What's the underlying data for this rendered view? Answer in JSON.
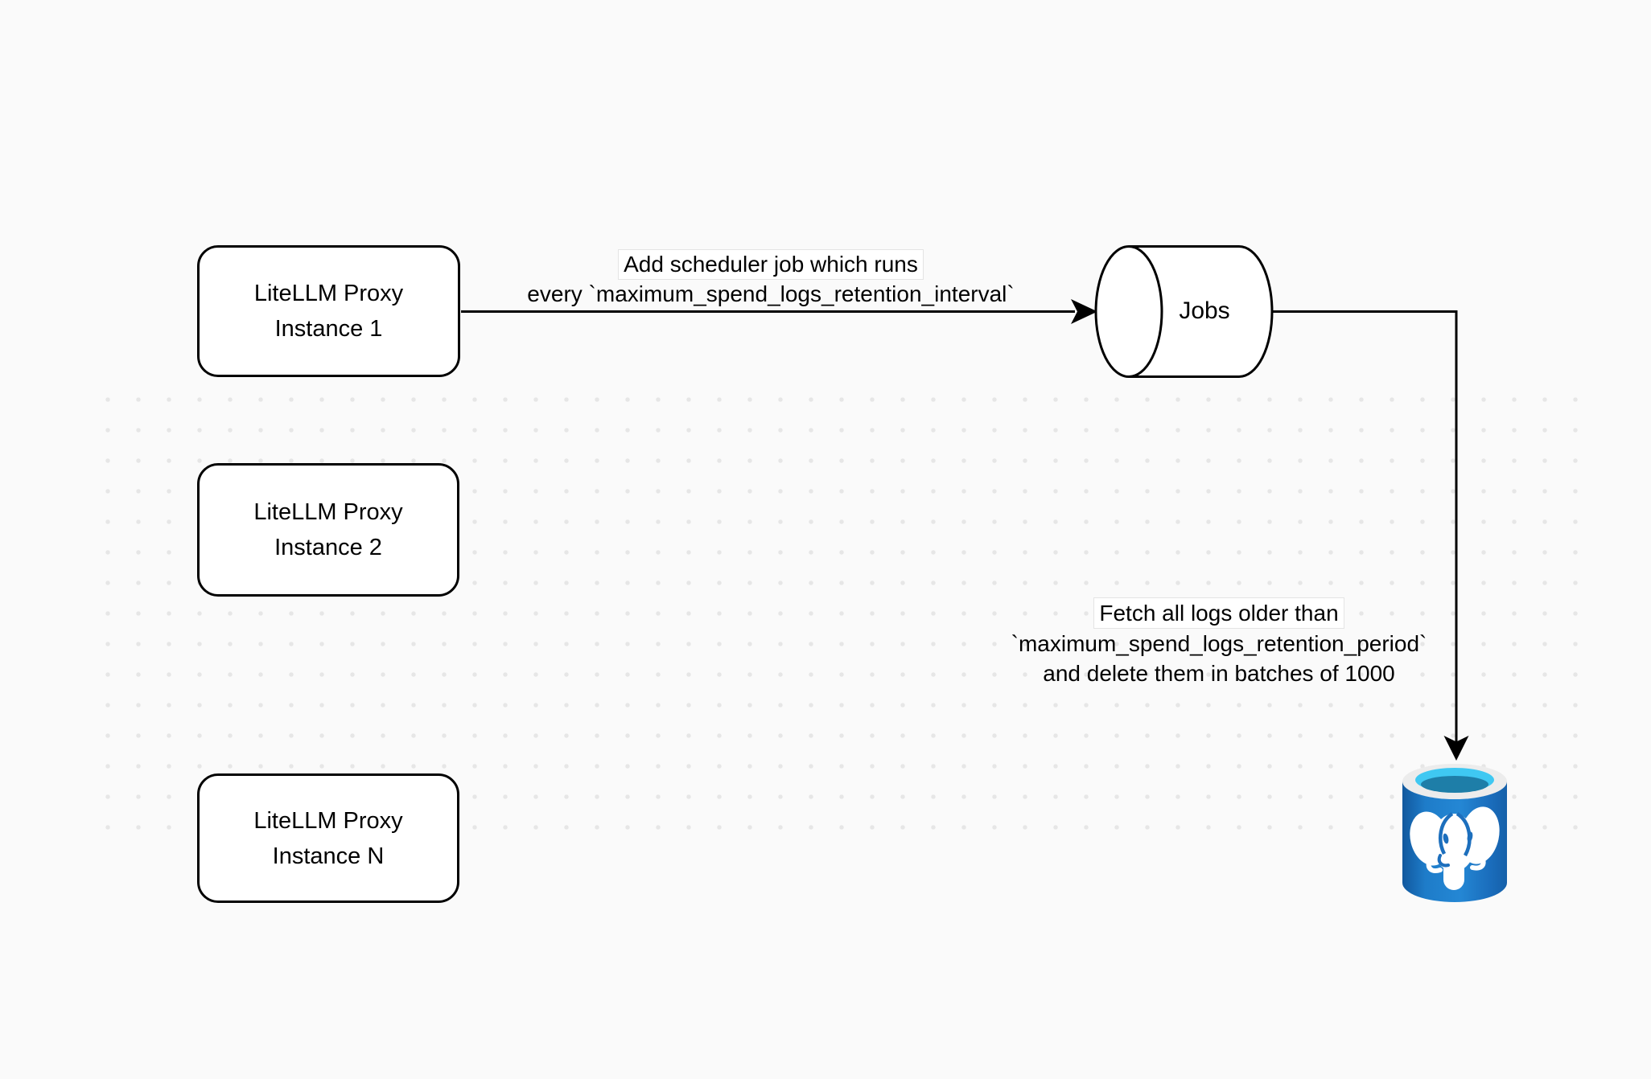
{
  "canvas": {
    "bg_color": "#fafafa",
    "dot_color": "#e6e6e6",
    "stroke_color": "#000000",
    "node_fill": "#ffffff"
  },
  "nodes": {
    "instance1": {
      "line1": "LiteLLM Proxy",
      "line2": "Instance 1"
    },
    "instance2": {
      "line1": "LiteLLM Proxy",
      "line2": "Instance 2"
    },
    "instanceN": {
      "line1": "LiteLLM Proxy",
      "line2": "Instance N"
    },
    "jobs": {
      "label": "Jobs"
    },
    "postgres": {
      "icon": "postgresql-database"
    }
  },
  "edges": {
    "scheduler_label": {
      "line1": "Add scheduler job which runs",
      "line2": "every `maximum_spend_logs_retention_interval`"
    },
    "fetch_label": {
      "line1": "Fetch all logs older than",
      "line2": "`maximum_spend_logs_retention_period`",
      "line3": "and delete them in batches of 1000"
    }
  },
  "postgres_colors": {
    "body_dark": "#11589e",
    "body_light": "#2487d4",
    "rim": "#ececec",
    "water_light": "#3fc8f2",
    "water_dark": "#1e7ea8",
    "detail_blue": "#1d6fbd"
  }
}
